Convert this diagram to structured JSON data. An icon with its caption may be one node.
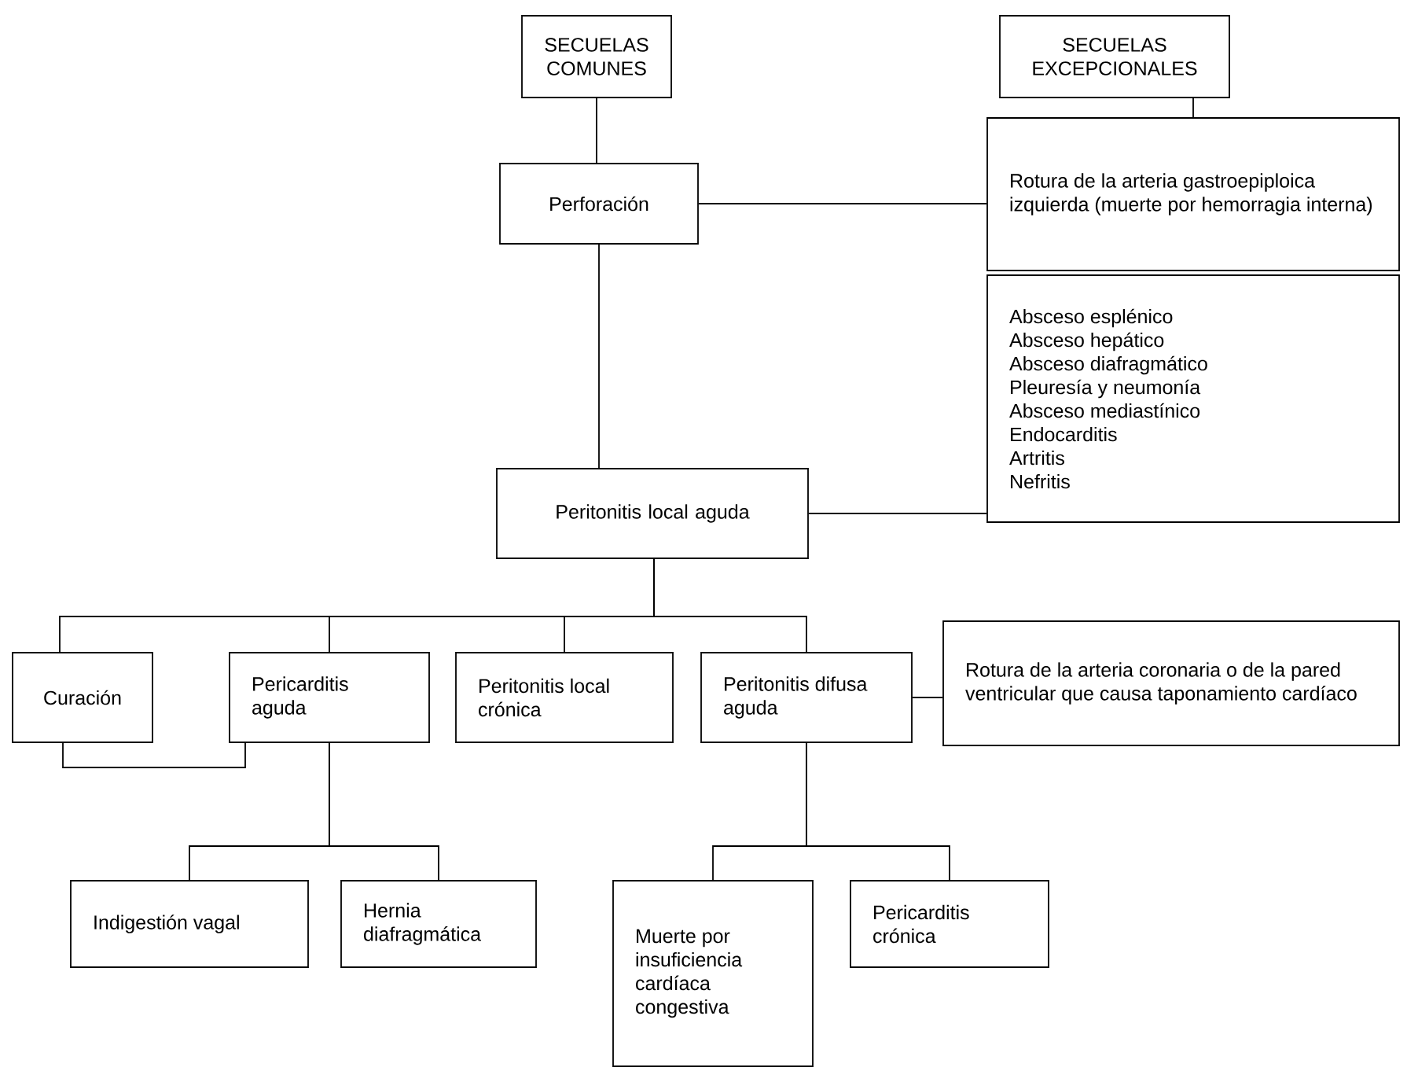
{
  "diagram": {
    "nodes": [
      {
        "text": [
          "SECUELAS COMUNES"
        ]
      },
      {
        "text": [
          "SECUELAS EXCEPCIONALES"
        ]
      },
      {
        "text": [
          "Perforación"
        ]
      },
      {
        "text": [
          "Rotura de la arteria gastroepiploica izquierda (muerte por hemorragia interna)"
        ]
      },
      {
        "text": [
          "Peritonitis local aguda"
        ]
      },
      {
        "text": [
          "Absceso esplénico",
          "Absceso hepático",
          "Absceso diafragmático",
          "Pleuresía y neumonía",
          "Absceso mediastínico",
          "Endocarditis",
          "Artritis",
          "Nefritis"
        ]
      },
      {
        "text": [
          "Curación"
        ]
      },
      {
        "text": [
          "Pericarditis aguda"
        ]
      },
      {
        "text": [
          "Peritonitis local crónica"
        ]
      },
      {
        "text": [
          "Peritonitis difusa aguda"
        ]
      },
      {
        "text": [
          "Rotura de la arteria coronaria o de la pared ventricular que causa taponamiento cardíaco"
        ]
      },
      {
        "text": [
          "Indigestión vagal"
        ]
      },
      {
        "text": [
          "Hernia diafragmática"
        ]
      },
      {
        "text": [
          "Muerte por insuficiencia cardíaca congestiva"
        ]
      },
      {
        "text": [
          "Pericarditis crónica"
        ]
      }
    ],
    "edges": [
      {
        "from": 0,
        "to": 2,
        "arrow": "none"
      },
      {
        "from": 1,
        "to": 3,
        "arrow": "none"
      },
      {
        "from": 2,
        "to": 3,
        "arrow": "none"
      },
      {
        "from": 2,
        "to": 4,
        "arrow": "none"
      },
      {
        "from": 4,
        "to": 5,
        "arrow": "none"
      },
      {
        "from": 4,
        "to": 6,
        "arrow": "none"
      },
      {
        "from": 4,
        "to": 7,
        "arrow": "none"
      },
      {
        "from": 4,
        "to": 8,
        "arrow": "none"
      },
      {
        "from": 4,
        "to": 9,
        "arrow": "none"
      },
      {
        "from": 6,
        "to": 7,
        "arrow": "none"
      },
      {
        "from": 9,
        "to": 10,
        "arrow": "none"
      },
      {
        "from": 7,
        "to": 11,
        "arrow": "none"
      },
      {
        "from": 7,
        "to": 12,
        "arrow": "none"
      },
      {
        "from": 9,
        "to": 13,
        "arrow": "none"
      },
      {
        "from": 9,
        "to": 14,
        "arrow": "none"
      }
    ]
  }
}
